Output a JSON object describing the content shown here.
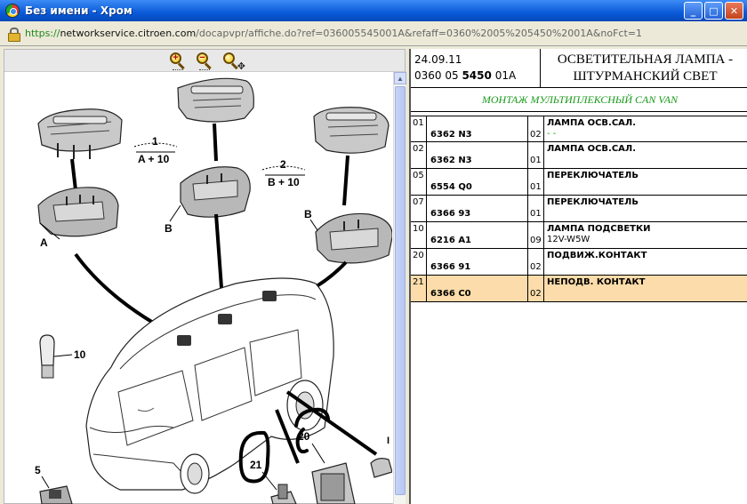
{
  "window": {
    "title": "Без имени - Хром",
    "buttons": {
      "minimize": "_",
      "maximize": "□",
      "close": "✕"
    }
  },
  "address": {
    "scheme": "https://",
    "host": "networkservice.citroen.com",
    "path": "/docapvpr/affiche.do?ref=036005545001A&refaff=0360%2005%205450%2001A&noFct=1"
  },
  "zoom_toolbar": {
    "zoom_in": "+",
    "zoom_out": "−",
    "pan": "✥"
  },
  "diagram": {
    "labels": {
      "variant1_num": "1",
      "variant1_code": "A + 10",
      "variant2_num": "2",
      "variant2_code": "B + 10",
      "a_left": "A",
      "b_mid": "B",
      "b_right": "B",
      "part10": "10",
      "part5": "5",
      "part20": "20",
      "part21": "21",
      "partI": "I"
    }
  },
  "panel": {
    "date": "24.09.11",
    "ref_prefix": "0360 05",
    "ref_main": "5450",
    "ref_suffix": "01A",
    "title_line1": "ОСВЕТИТЕЛЬНАЯ ЛАМПА -",
    "title_line2": "ШТУРМАНСКИЙ СВЕТ",
    "subtitle": "МОНТАЖ МУЛЬТИПЛЕКСНЫЙ CAN VAN",
    "rows": [
      {
        "idx": "01",
        "ref": "6362 N3",
        "qty": "02",
        "label": "ЛАМПА ОСВ.САЛ.",
        "extra": "- -",
        "extra_green": true
      },
      {
        "idx": "02",
        "ref": "6362 N3",
        "qty": "01",
        "label": "ЛАМПА ОСВ.САЛ.",
        "extra": ""
      },
      {
        "idx": "05",
        "ref": "6554 Q0",
        "qty": "01",
        "label": "ПЕРЕКЛЮЧАТЕЛЬ",
        "extra": ""
      },
      {
        "idx": "07",
        "ref": "6366 93",
        "qty": "01",
        "label": "ПЕРЕКЛЮЧАТЕЛЬ",
        "extra": ""
      },
      {
        "idx": "10",
        "ref": "6216 A1",
        "qty": "09",
        "label": "ЛАМПА ПОДСВЕТКИ",
        "extra": "12V-W5W"
      },
      {
        "idx": "20",
        "ref": "6366 91",
        "qty": "02",
        "label": "ПОДВИЖ.КОНТАКТ",
        "extra": ""
      },
      {
        "idx": "21",
        "ref": "6366 C0",
        "qty": "02",
        "label": "НЕПОДВ. КОНТАКТ",
        "extra": "",
        "selected": true
      }
    ]
  }
}
